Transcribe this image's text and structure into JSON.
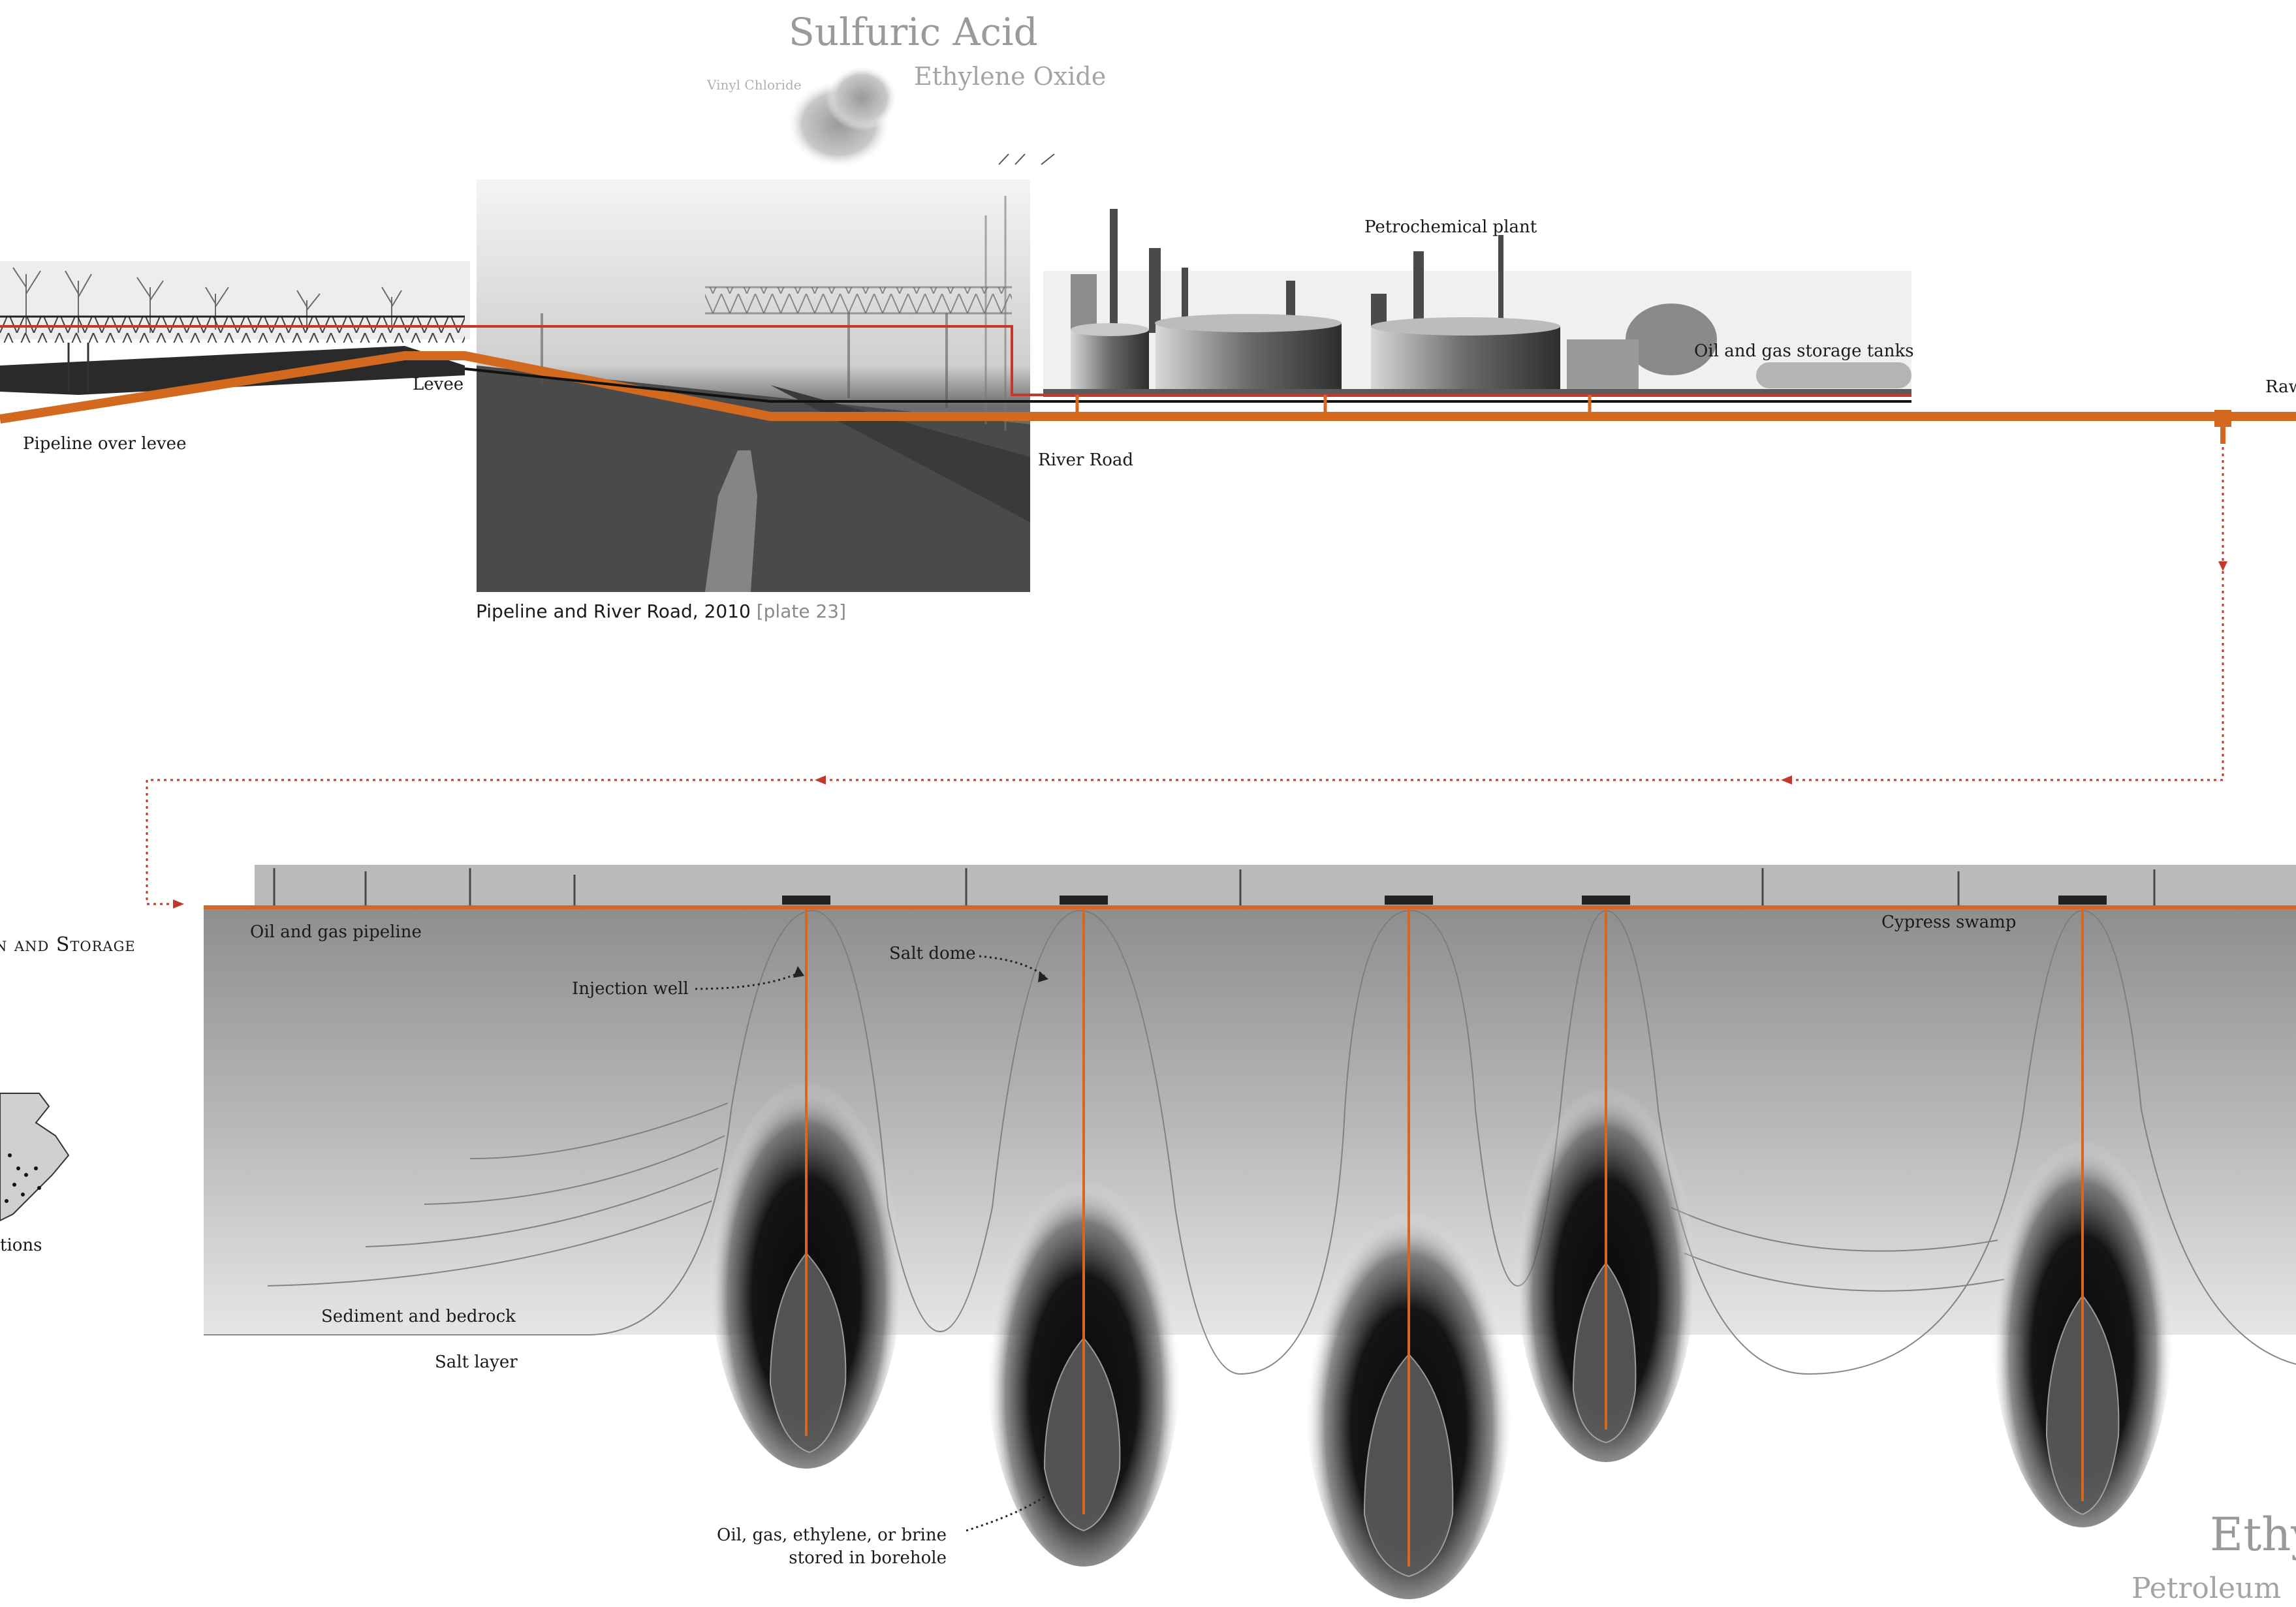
{
  "headings": {
    "top_main": "Sulfuric Acid",
    "top_sub": "Ethylene Oxide",
    "top_small": "Vinyl Chloride",
    "bottom_main": "Ethy",
    "bottom_sub": "Petroleum"
  },
  "labels": {
    "petrochemical_plant": "Petrochemical plant",
    "storage_tanks": "Oil and gas storage tanks",
    "levee": "Levee",
    "pipeline_over_levee": "Pipeline over levee",
    "river_road": "River Road",
    "raw": "Raw",
    "oil_gas_pipeline": "Oil and gas pipeline",
    "injection_well": "Injection well",
    "salt_dome": "Salt dome",
    "cypress_swamp": "Cypress swamp",
    "sediment": "Sediment and bedrock",
    "salt_layer": "Salt layer",
    "borehole_line1": "Oil, gas, ethylene, or brine",
    "borehole_line2": "stored in borehole",
    "section_title": "n and Storage",
    "locations": "tions"
  },
  "photo_caption": {
    "title": "Pipeline and River Road, 2010",
    "plate": "[plate 23]"
  },
  "colors": {
    "pipeline": "#d2691e",
    "pipeline_dark": "#b5521a",
    "arrow": "#c0392b",
    "text": "#1a1a1a",
    "heading_gray": "#9a9a9a"
  }
}
